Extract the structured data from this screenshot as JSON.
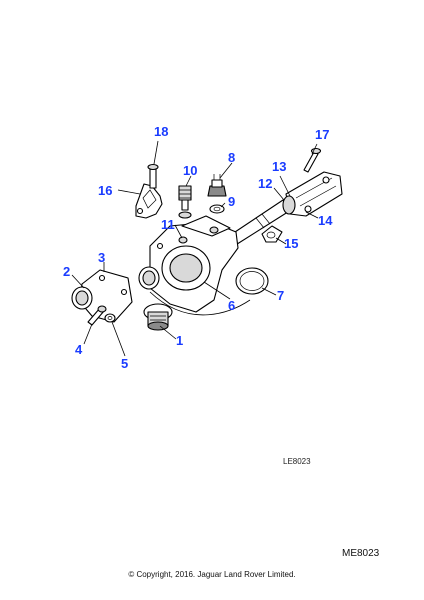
{
  "diagram": {
    "callouts": [
      {
        "id": "c1",
        "text": "1"
      },
      {
        "id": "c2",
        "text": "2"
      },
      {
        "id": "c3",
        "text": "3"
      },
      {
        "id": "c4",
        "text": "4"
      },
      {
        "id": "c5",
        "text": "5"
      },
      {
        "id": "c6",
        "text": "6"
      },
      {
        "id": "c7",
        "text": "7"
      },
      {
        "id": "c8",
        "text": "8"
      },
      {
        "id": "c9",
        "text": "9"
      },
      {
        "id": "c10",
        "text": "10"
      },
      {
        "id": "c11",
        "text": "11"
      },
      {
        "id": "c12",
        "text": "12"
      },
      {
        "id": "c13",
        "text": "13"
      },
      {
        "id": "c14",
        "text": "14"
      },
      {
        "id": "c15",
        "text": "15"
      },
      {
        "id": "c16",
        "text": "16"
      },
      {
        "id": "c17",
        "text": "17"
      },
      {
        "id": "c18",
        "text": "18"
      }
    ],
    "ref_code_small": "LE8023",
    "ref_code_large": "ME8023",
    "copyright": "© Copyright, 2016. Jaguar Land Rover Limited.",
    "callout_color": "#1a3cff"
  }
}
